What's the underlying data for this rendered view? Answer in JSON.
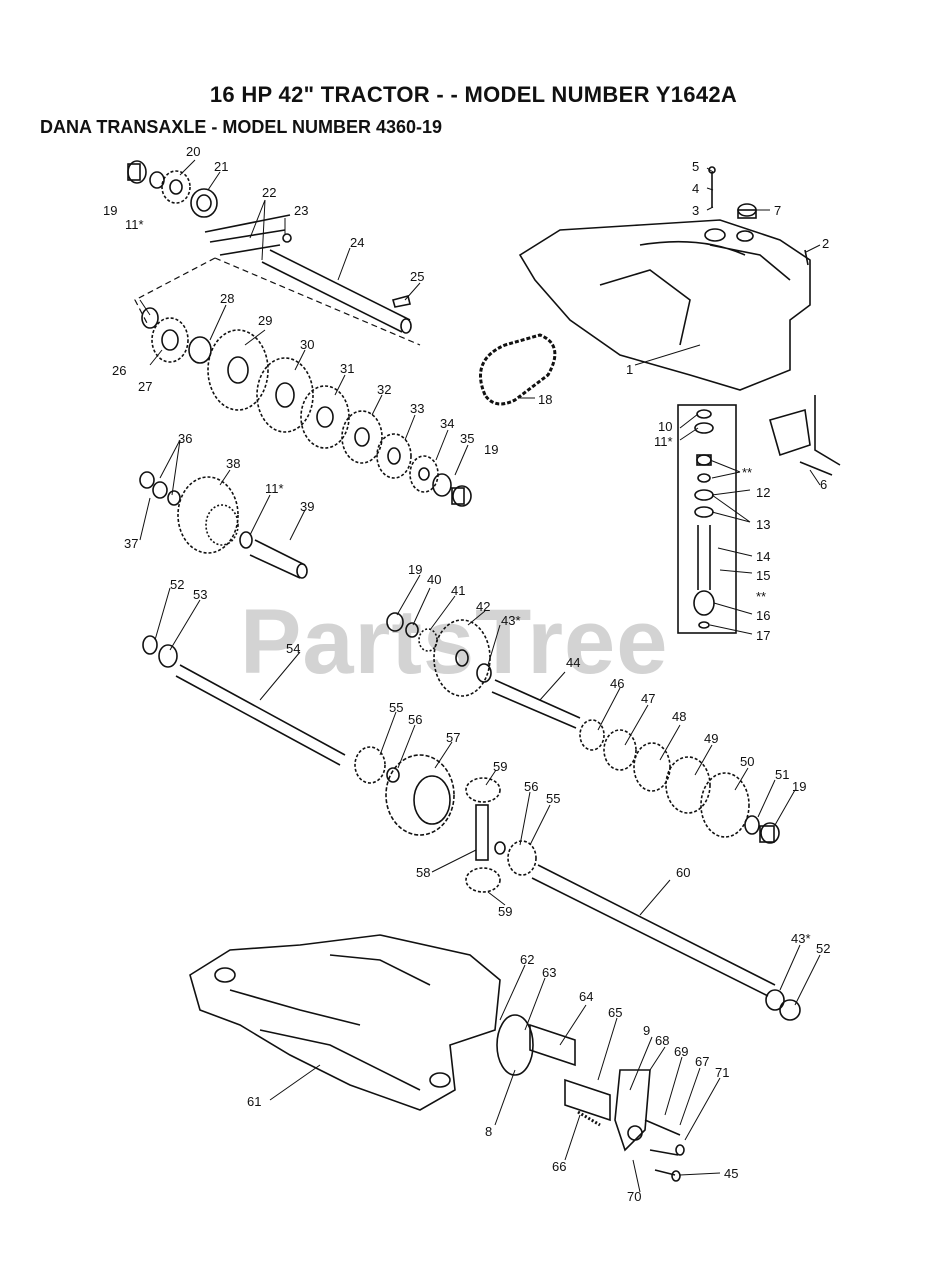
{
  "header": {
    "title": "16 HP 42\"  TRACTOR - - MODEL NUMBER Y1642A",
    "subtitle": "DANA TRANSAXLE - MODEL NUMBER 4360-19"
  },
  "watermark": "PartsTree",
  "callouts": [
    "20",
    "21",
    "19",
    "11*",
    "22",
    "23",
    "24",
    "25",
    "28",
    "29",
    "26",
    "27",
    "30",
    "31",
    "32",
    "33",
    "34",
    "35",
    "19",
    "18",
    "36",
    "38",
    "37",
    "11*",
    "39",
    "5",
    "4",
    "3",
    "7",
    "2",
    "1",
    "10",
    "11*",
    "**",
    "12",
    "13",
    "14",
    "15",
    "**",
    "16",
    "17",
    "6",
    "52",
    "53",
    "54",
    "19",
    "40",
    "41",
    "42",
    "43*",
    "44",
    "46",
    "47",
    "48",
    "49",
    "50",
    "51",
    "19",
    "55",
    "56",
    "57",
    "59",
    "56",
    "55",
    "58",
    "59",
    "60",
    "43*",
    "52",
    "62",
    "63",
    "64",
    "65",
    "9",
    "68",
    "69",
    "67",
    "71",
    "61",
    "8",
    "66",
    "45",
    "70"
  ],
  "colors": {
    "ink": "#111111",
    "watermark": "#d3d3d3"
  }
}
